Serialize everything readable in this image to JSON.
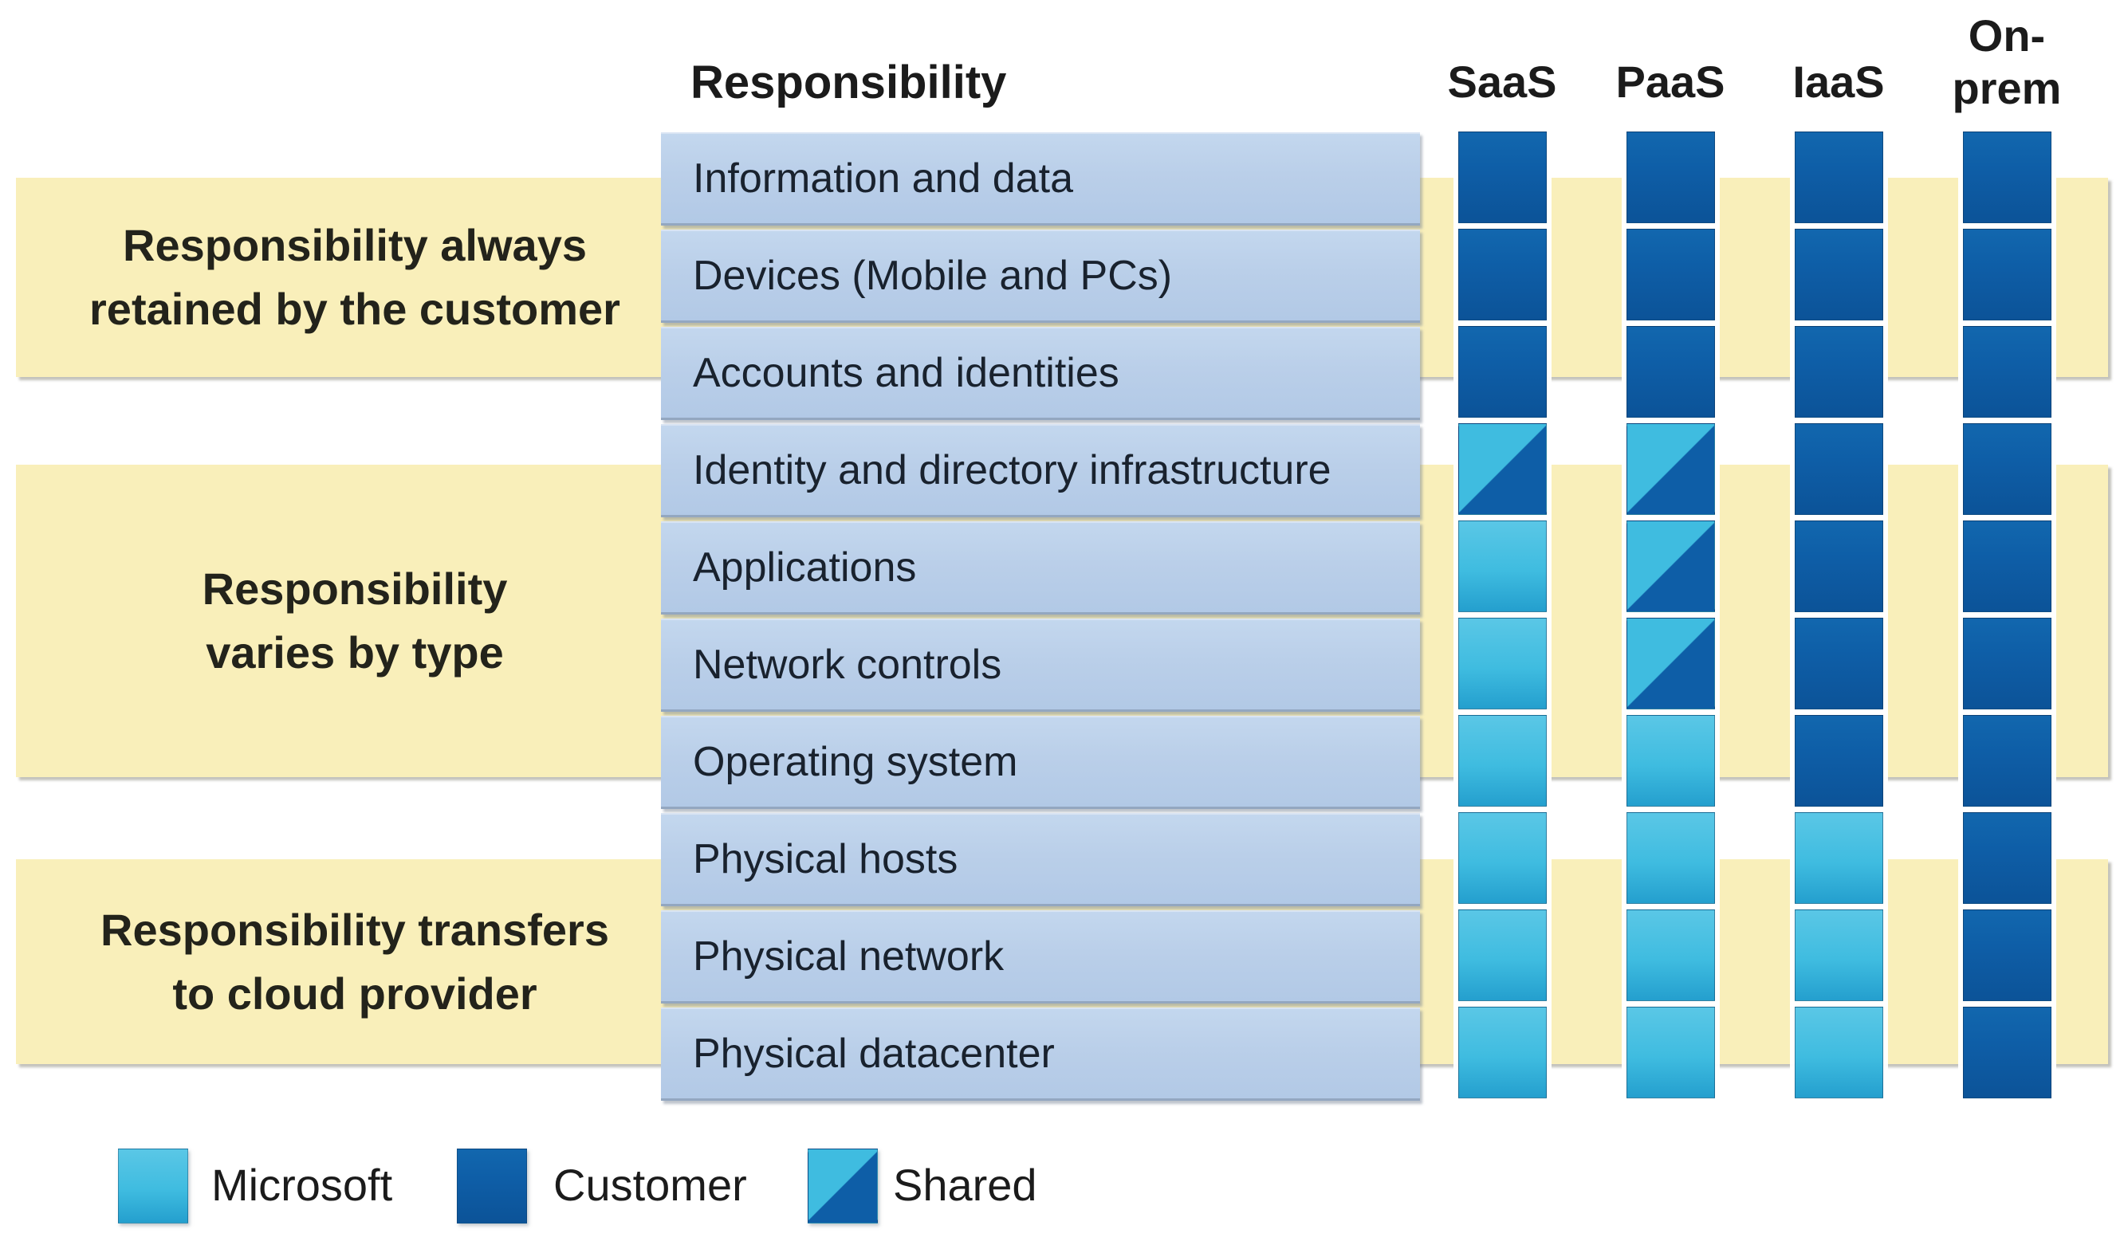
{
  "header": {
    "responsibility_label": "Responsibility",
    "columns": [
      "SaaS",
      "PaaS",
      "IaaS",
      "On-prem"
    ]
  },
  "groups": [
    {
      "label": "Responsibility always\nretained by the customer"
    },
    {
      "label": "Responsibility\nvaries by type"
    },
    {
      "label": "Responsibility transfers\nto cloud provider"
    }
  ],
  "rows": [
    {
      "label": "Information and data",
      "cells": {
        "saas": "customer",
        "paas": "customer",
        "iaas": "customer",
        "onprem": "customer"
      }
    },
    {
      "label": "Devices (Mobile and PCs)",
      "cells": {
        "saas": "customer",
        "paas": "customer",
        "iaas": "customer",
        "onprem": "customer"
      }
    },
    {
      "label": "Accounts and identities",
      "cells": {
        "saas": "customer",
        "paas": "customer",
        "iaas": "customer",
        "onprem": "customer"
      }
    },
    {
      "label": "Identity and directory infrastructure",
      "cells": {
        "saas": "shared",
        "paas": "shared",
        "iaas": "customer",
        "onprem": "customer"
      }
    },
    {
      "label": "Applications",
      "cells": {
        "saas": "microsoft",
        "paas": "shared",
        "iaas": "customer",
        "onprem": "customer"
      }
    },
    {
      "label": "Network controls",
      "cells": {
        "saas": "microsoft",
        "paas": "shared",
        "iaas": "customer",
        "onprem": "customer"
      }
    },
    {
      "label": "Operating system",
      "cells": {
        "saas": "microsoft",
        "paas": "microsoft",
        "iaas": "customer",
        "onprem": "customer"
      }
    },
    {
      "label": "Physical hosts",
      "cells": {
        "saas": "microsoft",
        "paas": "microsoft",
        "iaas": "microsoft",
        "onprem": "customer"
      }
    },
    {
      "label": "Physical network",
      "cells": {
        "saas": "microsoft",
        "paas": "microsoft",
        "iaas": "microsoft",
        "onprem": "customer"
      }
    },
    {
      "label": "Physical datacenter",
      "cells": {
        "saas": "microsoft",
        "paas": "microsoft",
        "iaas": "microsoft",
        "onprem": "customer"
      }
    }
  ],
  "legend": [
    {
      "label": "Microsoft",
      "type": "microsoft"
    },
    {
      "label": "Customer",
      "type": "customer"
    },
    {
      "label": "Shared",
      "type": "shared"
    }
  ],
  "colors": {
    "microsoft_cyan": "#3FBCE0",
    "customer_blue": "#0E5EA7",
    "band_yellow": "#F9EFBA",
    "row_blue": "#BACFE9"
  }
}
